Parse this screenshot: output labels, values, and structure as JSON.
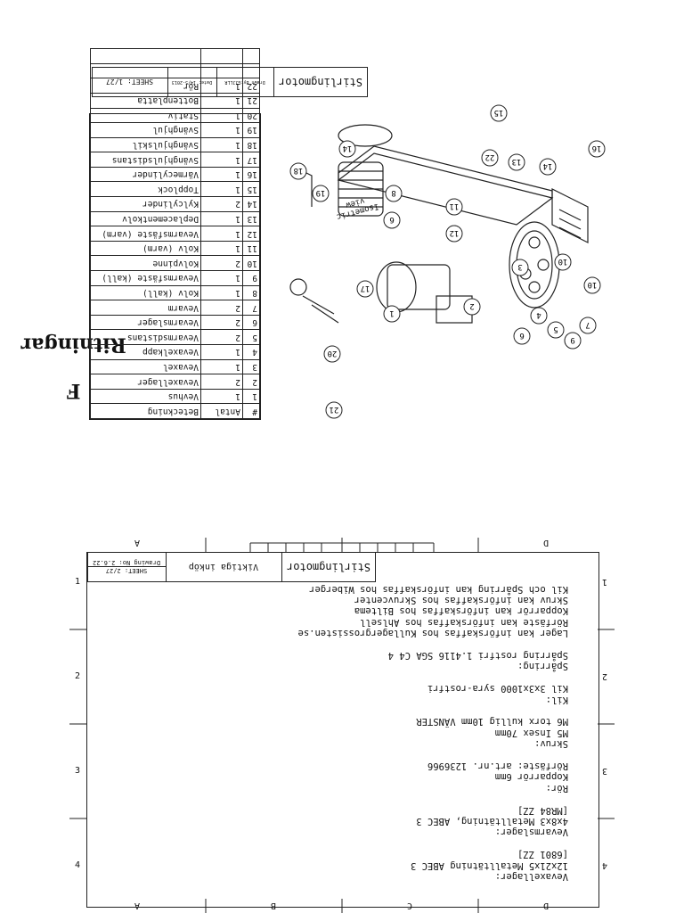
{
  "heading": {
    "letter": "F",
    "word": "Ritningar"
  },
  "sheet1": {
    "title": "Stirlingmotor",
    "drawn_by": "Drawn By:GJJLLR",
    "date": "Date: 14/5-2013",
    "sheet": "SHEET:  1/27",
    "isometric": "Isometric view"
  },
  "parts_table": {
    "headers": [
      "#",
      "Antal",
      "Beteckning"
    ],
    "rows": [
      [
        "1",
        "1",
        "Vevhus"
      ],
      [
        "2",
        "2",
        "Vevaxellager"
      ],
      [
        "3",
        "1",
        "Vevaxel"
      ],
      [
        "4",
        "1",
        "Vevaxelkapp"
      ],
      [
        "5",
        "2",
        "Vevarmsdistans"
      ],
      [
        "6",
        "2",
        "Vevarmslager"
      ],
      [
        "7",
        "2",
        "Vevarm"
      ],
      [
        "8",
        "1",
        "Kolv (kall)"
      ],
      [
        "9",
        "1",
        "Vevarmsfäste (kall)"
      ],
      [
        "10",
        "2",
        "Kolvpinne"
      ],
      [
        "11",
        "1",
        "Kolv (varm)"
      ],
      [
        "12",
        "1",
        "Vevarmsfäste (varm)"
      ],
      [
        "13",
        "1",
        "Deplacementkolv"
      ],
      [
        "14",
        "2",
        "Kylcylinder"
      ],
      [
        "15",
        "1",
        "Topplock"
      ],
      [
        "16",
        "1",
        "Värmecylinder"
      ],
      [
        "17",
        "1",
        "Svänghjulsdistans"
      ],
      [
        "18",
        "1",
        "Svänghjulskil"
      ],
      [
        "19",
        "1",
        "Svänghjul"
      ],
      [
        "20",
        "1",
        "Stativ"
      ],
      [
        "21",
        "1",
        "Bottenplatta"
      ],
      [
        "22",
        "1",
        "Rör"
      ]
    ]
  },
  "callouts": [
    "21",
    "20",
    "9",
    "5",
    "6",
    "4",
    "7",
    "2",
    "1",
    "17",
    "10",
    "10",
    "3",
    "12",
    "6",
    "19",
    "18",
    "16",
    "14",
    "13",
    "11",
    "8",
    "22",
    "14",
    "15"
  ],
  "sheet2": {
    "title": "Stirlingmotor",
    "subtitle": "Viktiga inköp",
    "drawing_no": "Drawing No: 2.6.22",
    "sheet": "SHEET:  2/27",
    "col_markers": [
      "A",
      "B",
      "C",
      "D"
    ],
    "row_markers": [
      "1",
      "2",
      "3",
      "4"
    ]
  },
  "notes": [
    "Vevaxellager:",
    "12x21x5 Metalltätning ABEC 3",
    "[6801 ZZ]",
    "",
    "Vevarmslager:",
    "4x8x3 Metalltätning, ABEC 3",
    "[MR84 ZZ]",
    "",
    "Rör:",
    "Kopparrör 6mm",
    "Rörfäste: art.nr. 1236966",
    "",
    "Skruv:",
    "M5 Insex 70mm",
    "M6 torx kullig 10mm VÄNSTER",
    "",
    "Kil:",
    "Kil 3x3x1000 syra-rostfri",
    "",
    "Spårring:",
    "Spårring rostfri 1.4116 SGA C4 4",
    "",
    "Lager kan införskaffas hos Kullagergrossisten.se",
    "Rörfäste kan införskaffas hos Ahlsell",
    "Kopparrör kan införskaffas hos Biltema",
    "Skruv kan införskaffas hos Skruvcenter",
    "Kil och Spårring kan införskaffas hos Wiberger"
  ]
}
